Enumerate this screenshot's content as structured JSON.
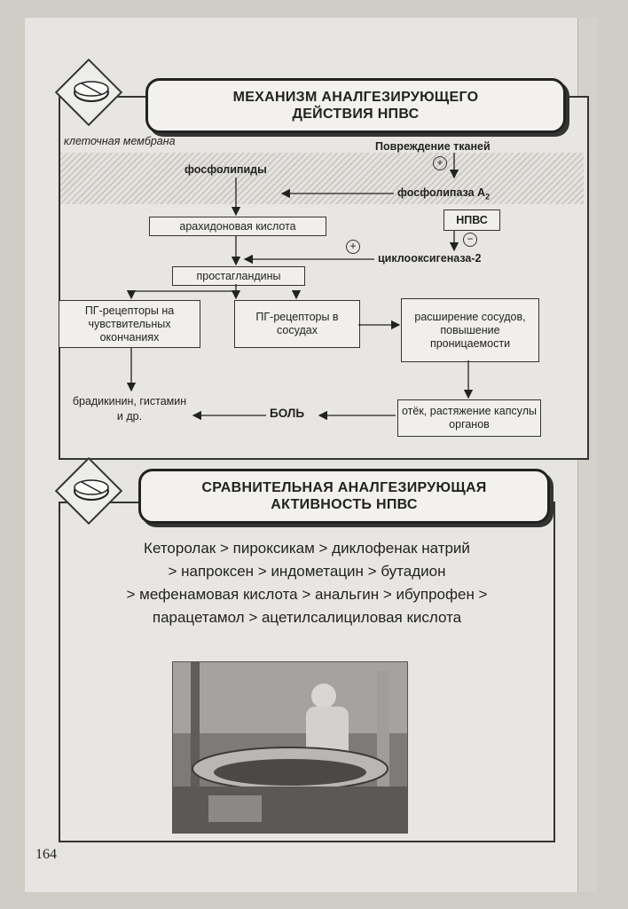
{
  "page_number": "164",
  "section1": {
    "title_line1": "МЕХАНИЗМ АНАЛГЕЗИРУЮЩЕГО",
    "title_line2": "ДЕЙСТВИЯ НПВС",
    "icon": "pill-icon",
    "membrane_label": "клеточная мембрана",
    "tissue_damage": "Повреждение тканей",
    "plus_sign": "+",
    "minus_sign": "−",
    "phospholipids": "фосфолипиды",
    "phospholipase": "фосфолипаза A",
    "phospholipase_sub": "2",
    "nsaid": "НПВС",
    "arachidonic": "арахидоновая кислота",
    "cox2": "циклооксигеназа-2",
    "prostaglandins": "простагландины",
    "pg_receptors_nerve": "ПГ-рецепторы на чувствительных окончаниях",
    "pg_receptors_vessels": "ПГ-рецепторы в сосудах",
    "vasodilation": "расширение сосудов, повышение проницаемости",
    "edema": "отёк, растяжение капсулы органов",
    "pain": "БОЛЬ",
    "bradykinin": "брадикинин, гистамин и др."
  },
  "section2": {
    "title_line1": "СРАВНИТЕЛЬНАЯ АНАЛГЕЗИРУЮЩАЯ",
    "title_line2": "АКТИВНОСТЬ НПВС",
    "icon": "pill-icon",
    "line1": "Кеторолак > пироксикам > диклофенак натрий",
    "line2": "> напроксен > индометацин > бутадион",
    "line3": "> мефенамовая кислота > анальгин > ибупрофен >",
    "line4": "парацетамол > ацетилсалициловая кислота"
  }
}
